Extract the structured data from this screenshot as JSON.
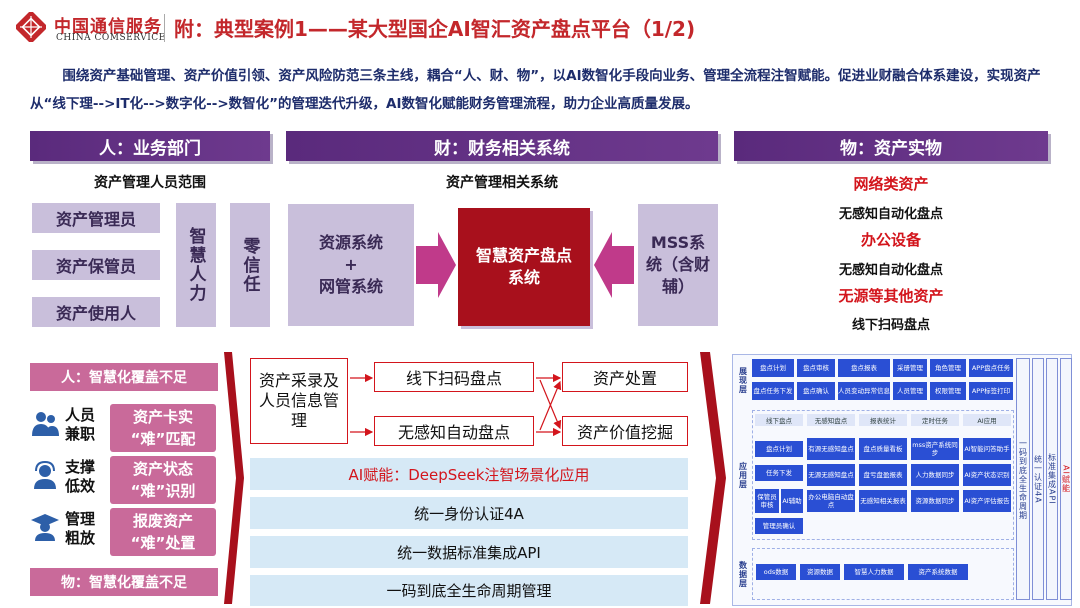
{
  "header": {
    "logo_cn": "中国通信服务",
    "logo_en": "CHINA COMSERVICE",
    "title": "附：典型案例1——某大型国企AI智汇资产盘点平台（1/2)"
  },
  "intro": "围绕资产基础管理、资产价值引领、资产风险防范三条主线，耦合“人、财、物”，以AI数智化手段向业务、管理全流程注智赋能。促进业财融合体系建设，实现资产从“线下理-->IT化-->数字化-->数智化”的管理迭代升级，AI数智化赋能财务管理流程，助力企业高质量发展。",
  "people": {
    "banner": "人：业务部门",
    "subhead": "资产管理人员范围",
    "roles": [
      "资产管理员",
      "资产保管员",
      "资产使用人"
    ],
    "tag1": "智慧人力",
    "tag2": "零信任"
  },
  "finance": {
    "banner": "财：财务相关系统",
    "subhead": "资产管理相关系统",
    "left_box_line1": "资源系统",
    "left_box_line2": "+",
    "left_box_line3": "网管系统",
    "center_box": "智慧资产盘点系统",
    "right_box": "MSS系统（含财辅）"
  },
  "things": {
    "banner": "物：资产实物",
    "items": [
      {
        "title": "网络类资产",
        "desc": "无感知自动化盘点"
      },
      {
        "title": "办公设备",
        "desc": "无感知自动化盘点"
      },
      {
        "title": "无源等其他资产",
        "desc": "线下扫码盘点"
      }
    ]
  },
  "issues": {
    "top_bar": "人：智慧化覆盖不足",
    "bottom_bar": "物：智慧化覆盖不足",
    "rows": [
      {
        "label": "人员兼职",
        "pill_line1": "资产卡实",
        "pill_line2": "“难”匹配",
        "icon": "people-icon"
      },
      {
        "label": "支撑低效",
        "pill_line1": "资产状态",
        "pill_line2": "“难”识别",
        "icon": "support-agent-icon"
      },
      {
        "label": "管理粗放",
        "pill_line1": "报废资产",
        "pill_line2": "“难”处置",
        "icon": "graduate-icon"
      }
    ]
  },
  "flow": {
    "start": "资产采录及人员信息管理",
    "mid_top": "线下扫码盘点",
    "mid_bottom": "无感知自动盘点",
    "end_top": "资产处置",
    "end_bottom": "资产价值挖掘",
    "bars": [
      "AI赋能：DeepSeek注智场景化应用",
      "统一身份认证4A",
      "统一数据标准集成API",
      "一码到底全生命周期管理"
    ]
  },
  "arch": {
    "layer_show": "展现层",
    "layer_app": "应用层",
    "layer_data": "数据层",
    "show_row1": [
      "盘点计划",
      "盘点审核",
      "盘点报表",
      "采册管理",
      "角色管理",
      "APP盘点任务"
    ],
    "show_row2": [
      "盘点任务下发",
      "盘点确认",
      "人员变动异常信息",
      "人员管理",
      "权限管理",
      "APP标签打印"
    ],
    "app_heads": [
      "线下盘点",
      "无感知盘点",
      "报表统计",
      "定时任务",
      "AI应用"
    ],
    "app_col1": [
      "盘点计划",
      "任务下发",
      "保管员审核",
      "AI辅助",
      "管理员确认"
    ],
    "app_col2": [
      "有源无感知盘点",
      "无源无感知盘点",
      "办公电脑自动盘点"
    ],
    "app_col3": [
      "盘点质量看板",
      "盘亏盘盈报表",
      "无感知相关报表"
    ],
    "app_col4": [
      "mss资产系统同步",
      "人力数据同步",
      "资源数据同步"
    ],
    "app_col5": [
      "AI智能问答助手",
      "AI资产状态识别",
      "AI资产评估报告"
    ],
    "data_items": [
      "ods数据",
      "资源数据",
      "智慧人力数据",
      "资产系统数据"
    ],
    "side_cols": [
      "一码到底全生命周期",
      "统一认证4A",
      "标准集成API",
      "AI赋能"
    ]
  },
  "colors": {
    "brand_red": "#c3272b",
    "banner_purple": "#5a2a7c",
    "lilac": "#c9bfdb",
    "pink": "#c96a9a",
    "dark_red": "#a8101c",
    "light_blue": "#d6e9f6",
    "arch_blue": "#2a4fd4"
  }
}
